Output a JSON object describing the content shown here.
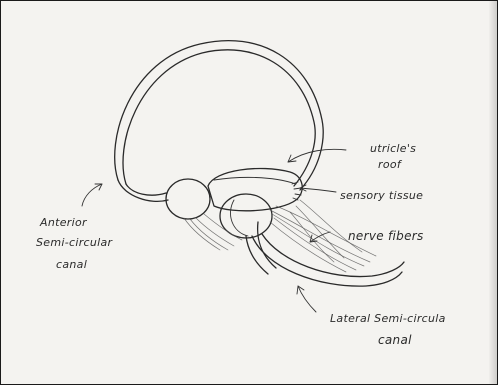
{
  "diagram": {
    "labels": {
      "utricle_roof": [
        "utricle's",
        "roof"
      ],
      "sensory_tissue": "sensory tissue",
      "nerve_fibers": "nerve fibers",
      "anterior_canal": [
        "Anterior",
        "Semi-circular",
        "canal"
      ],
      "lateral_canal": [
        "Lateral Semi-circula",
        "canal"
      ]
    },
    "ink_color": "#2a2a2a",
    "paper_color": "#f4f3f0"
  }
}
